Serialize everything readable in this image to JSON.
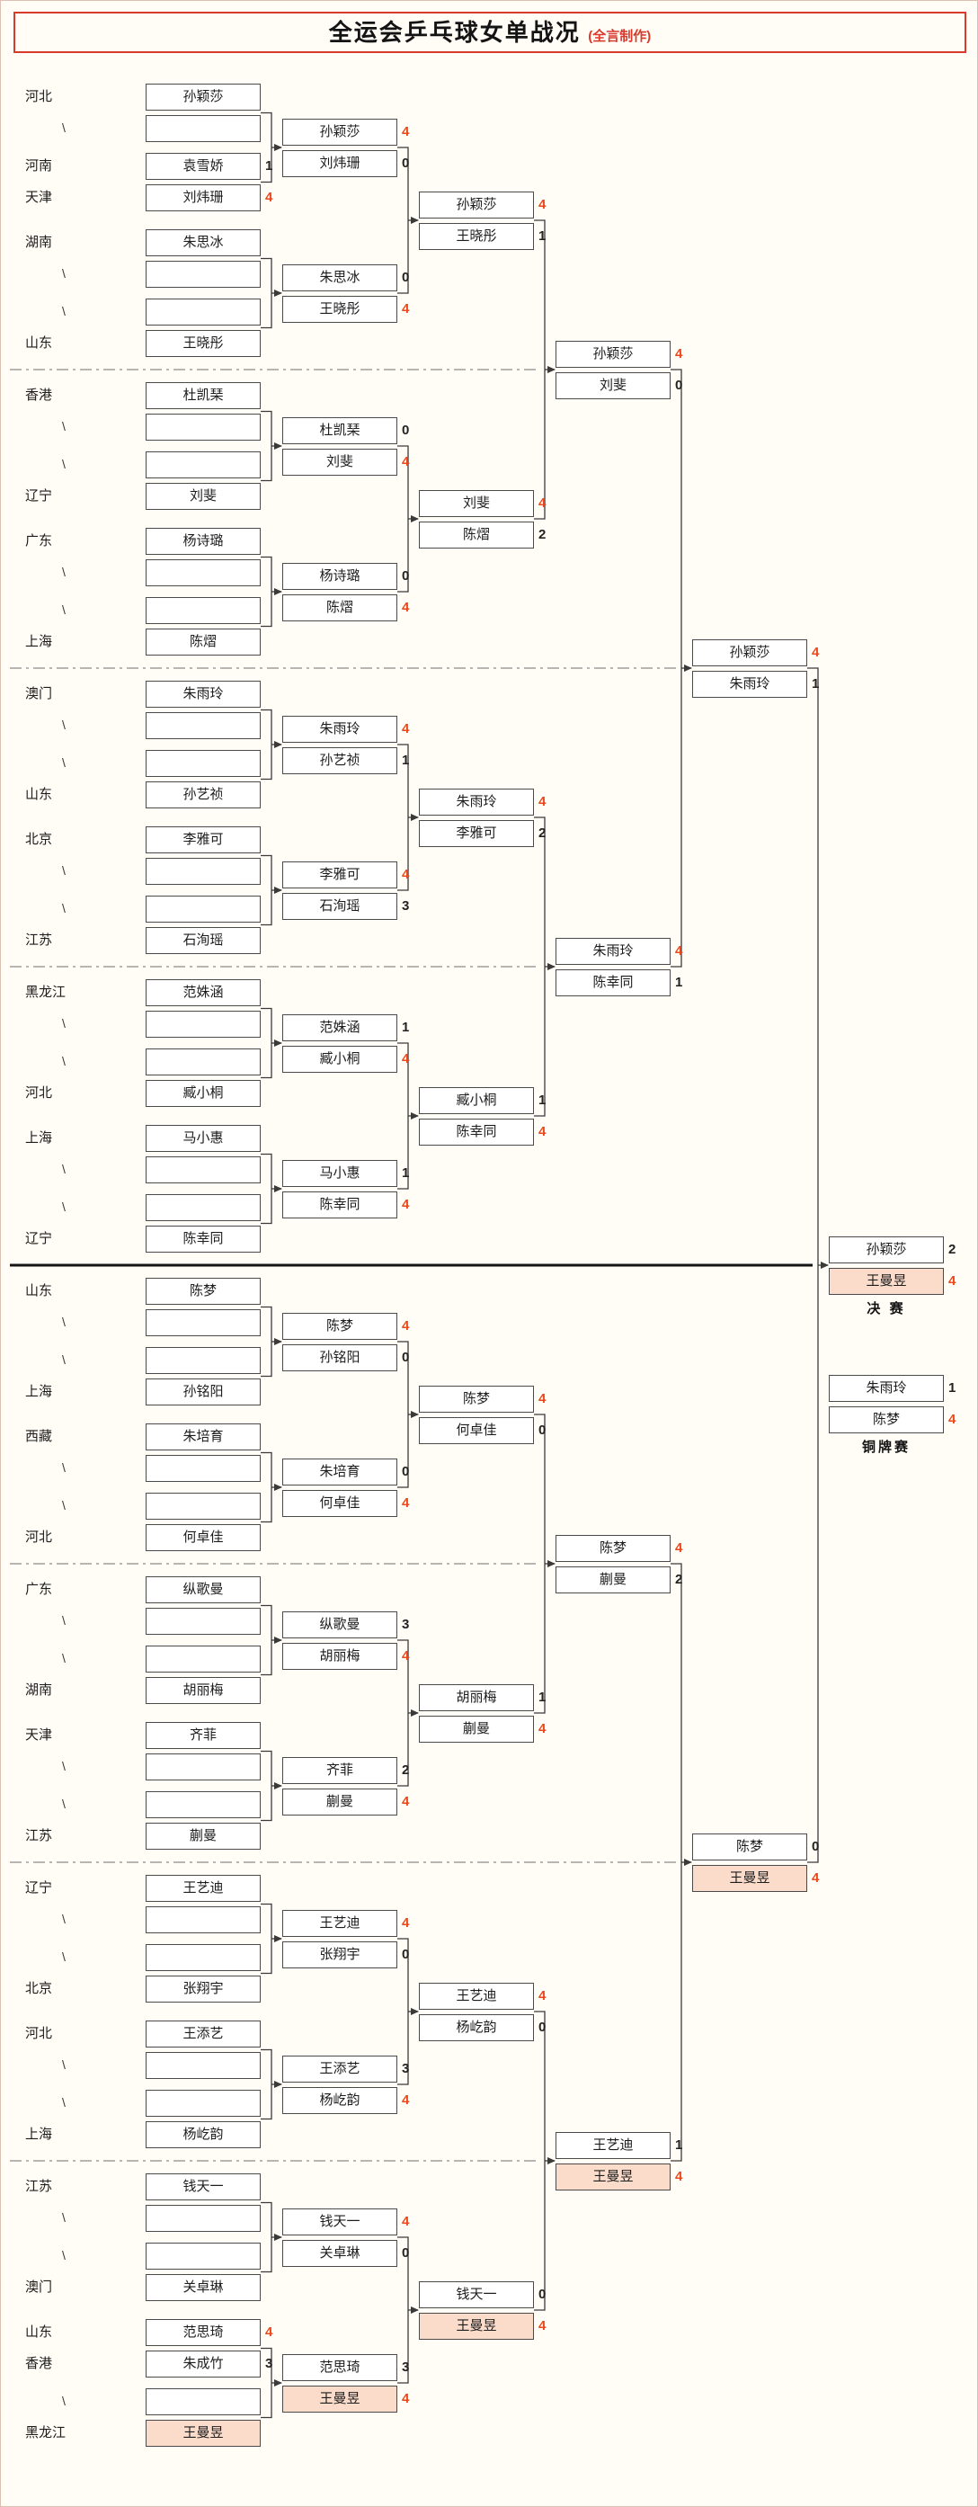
{
  "title": {
    "main": "全运会乒乓球女单战况",
    "credit": "(全言制作)"
  },
  "labels": {
    "final": "决 赛",
    "bronze": "铜牌赛"
  },
  "colors": {
    "winning_score": "#e8491d",
    "losing_score": "#222222",
    "champion_highlight": "#fbdccb",
    "title_accent": "#d93a2b",
    "box_border": "#4a4a4a",
    "connector_line": "#3a3a3a"
  },
  "sections": [
    {
      "rows": [
        {
          "province": "河北",
          "player": "孙颖莎"
        },
        {
          "province": "\\",
          "player": ""
        },
        {
          "province": "河南",
          "player": "袁雪娇",
          "score": "1"
        },
        {
          "province": "天津",
          "player": "刘炜珊",
          "score": "4"
        },
        {
          "province": "湖南",
          "player": "朱思冰"
        },
        {
          "province": "\\",
          "player": ""
        },
        {
          "province": "\\",
          "player": ""
        },
        {
          "province": "山东",
          "player": "王晓彤"
        }
      ],
      "round2": [
        {
          "a": {
            "name": "孙颖莎",
            "score": "4"
          },
          "b": {
            "name": "刘炜珊",
            "score": "0"
          }
        },
        {
          "a": {
            "name": "朱思冰",
            "score": "0"
          },
          "b": {
            "name": "王晓彤",
            "score": "4"
          }
        }
      ],
      "round3": {
        "a": {
          "name": "孙颖莎",
          "score": "4"
        },
        "b": {
          "name": "王晓彤",
          "score": "1"
        }
      }
    },
    {
      "rows": [
        {
          "province": "香港",
          "player": "杜凯琹"
        },
        {
          "province": "\\",
          "player": ""
        },
        {
          "province": "\\",
          "player": ""
        },
        {
          "province": "辽宁",
          "player": "刘斐"
        },
        {
          "province": "广东",
          "player": "杨诗璐"
        },
        {
          "province": "\\",
          "player": ""
        },
        {
          "province": "\\",
          "player": ""
        },
        {
          "province": "上海",
          "player": "陈熠"
        }
      ],
      "round2": [
        {
          "a": {
            "name": "杜凯琹",
            "score": "0"
          },
          "b": {
            "name": "刘斐",
            "score": "4"
          }
        },
        {
          "a": {
            "name": "杨诗璐",
            "score": "0"
          },
          "b": {
            "name": "陈熠",
            "score": "4"
          }
        }
      ],
      "round3": {
        "a": {
          "name": "刘斐",
          "score": "4"
        },
        "b": {
          "name": "陈熠",
          "score": "2"
        }
      }
    },
    {
      "rows": [
        {
          "province": "澳门",
          "player": "朱雨玲"
        },
        {
          "province": "\\",
          "player": ""
        },
        {
          "province": "\\",
          "player": ""
        },
        {
          "province": "山东",
          "player": "孙艺祯"
        },
        {
          "province": "北京",
          "player": "李雅可"
        },
        {
          "province": "\\",
          "player": ""
        },
        {
          "province": "\\",
          "player": ""
        },
        {
          "province": "江苏",
          "player": "石洵瑶"
        }
      ],
      "round2": [
        {
          "a": {
            "name": "朱雨玲",
            "score": "4"
          },
          "b": {
            "name": "孙艺祯",
            "score": "1"
          }
        },
        {
          "a": {
            "name": "李雅可",
            "score": "4"
          },
          "b": {
            "name": "石洵瑶",
            "score": "3"
          }
        }
      ],
      "round3": {
        "a": {
          "name": "朱雨玲",
          "score": "4"
        },
        "b": {
          "name": "李雅可",
          "score": "2"
        }
      }
    },
    {
      "rows": [
        {
          "province": "黑龙江",
          "player": "范姝涵"
        },
        {
          "province": "\\",
          "player": ""
        },
        {
          "province": "\\",
          "player": ""
        },
        {
          "province": "河北",
          "player": "臧小桐"
        },
        {
          "province": "上海",
          "player": "马小惠"
        },
        {
          "province": "\\",
          "player": ""
        },
        {
          "province": "\\",
          "player": ""
        },
        {
          "province": "辽宁",
          "player": "陈幸同"
        }
      ],
      "round2": [
        {
          "a": {
            "name": "范姝涵",
            "score": "1"
          },
          "b": {
            "name": "臧小桐",
            "score": "4"
          }
        },
        {
          "a": {
            "name": "马小惠",
            "score": "1"
          },
          "b": {
            "name": "陈幸同",
            "score": "4"
          }
        }
      ],
      "round3": {
        "a": {
          "name": "臧小桐",
          "score": "1"
        },
        "b": {
          "name": "陈幸同",
          "score": "4"
        }
      }
    },
    {
      "rows": [
        {
          "province": "山东",
          "player": "陈梦"
        },
        {
          "province": "\\",
          "player": ""
        },
        {
          "province": "\\",
          "player": ""
        },
        {
          "province": "上海",
          "player": "孙铭阳"
        },
        {
          "province": "西藏",
          "player": "朱培育"
        },
        {
          "province": "\\",
          "player": ""
        },
        {
          "province": "\\",
          "player": ""
        },
        {
          "province": "河北",
          "player": "何卓佳"
        }
      ],
      "round2": [
        {
          "a": {
            "name": "陈梦",
            "score": "4"
          },
          "b": {
            "name": "孙铭阳",
            "score": "0"
          }
        },
        {
          "a": {
            "name": "朱培育",
            "score": "0"
          },
          "b": {
            "name": "何卓佳",
            "score": "4"
          }
        }
      ],
      "round3": {
        "a": {
          "name": "陈梦",
          "score": "4"
        },
        "b": {
          "name": "何卓佳",
          "score": "0"
        }
      }
    },
    {
      "rows": [
        {
          "province": "广东",
          "player": "纵歌曼"
        },
        {
          "province": "\\",
          "player": ""
        },
        {
          "province": "\\",
          "player": ""
        },
        {
          "province": "湖南",
          "player": "胡丽梅"
        },
        {
          "province": "天津",
          "player": "齐菲"
        },
        {
          "province": "\\",
          "player": ""
        },
        {
          "province": "\\",
          "player": ""
        },
        {
          "province": "江苏",
          "player": "蒯曼"
        }
      ],
      "round2": [
        {
          "a": {
            "name": "纵歌曼",
            "score": "3"
          },
          "b": {
            "name": "胡丽梅",
            "score": "4"
          }
        },
        {
          "a": {
            "name": "齐菲",
            "score": "2"
          },
          "b": {
            "name": "蒯曼",
            "score": "4"
          }
        }
      ],
      "round3": {
        "a": {
          "name": "胡丽梅",
          "score": "1"
        },
        "b": {
          "name": "蒯曼",
          "score": "4"
        }
      }
    },
    {
      "rows": [
        {
          "province": "辽宁",
          "player": "王艺迪"
        },
        {
          "province": "\\",
          "player": ""
        },
        {
          "province": "\\",
          "player": ""
        },
        {
          "province": "北京",
          "player": "张翔宇"
        },
        {
          "province": "河北",
          "player": "王添艺"
        },
        {
          "province": "\\",
          "player": ""
        },
        {
          "province": "\\",
          "player": ""
        },
        {
          "province": "上海",
          "player": "杨屹韵"
        }
      ],
      "round2": [
        {
          "a": {
            "name": "王艺迪",
            "score": "4"
          },
          "b": {
            "name": "张翔宇",
            "score": "0"
          }
        },
        {
          "a": {
            "name": "王添艺",
            "score": "3"
          },
          "b": {
            "name": "杨屹韵",
            "score": "4"
          }
        }
      ],
      "round3": {
        "a": {
          "name": "王艺迪",
          "score": "4"
        },
        "b": {
          "name": "杨屹韵",
          "score": "0"
        }
      }
    },
    {
      "rows": [
        {
          "province": "江苏",
          "player": "钱天一"
        },
        {
          "province": "\\",
          "player": ""
        },
        {
          "province": "\\",
          "player": ""
        },
        {
          "province": "澳门",
          "player": "关卓琳"
        },
        {
          "province": "山东",
          "player": "范思琦",
          "score": "4"
        },
        {
          "province": "香港",
          "player": "朱成竹",
          "score": "3"
        },
        {
          "province": "\\",
          "player": ""
        },
        {
          "province": "黑龙江",
          "player": "王曼昱",
          "hl": true
        }
      ],
      "round2": [
        {
          "a": {
            "name": "钱天一",
            "score": "4"
          },
          "b": {
            "name": "关卓琳",
            "score": "0"
          }
        },
        {
          "a": {
            "name": "范思琦",
            "score": "3"
          },
          "b": {
            "name": "王曼昱",
            "score": "4",
            "hl": true
          }
        }
      ],
      "round3": {
        "a": {
          "name": "钱天一",
          "score": "0"
        },
        "b": {
          "name": "王曼昱",
          "score": "4",
          "hl": true
        }
      }
    }
  ],
  "quarterfinals": [
    {
      "a": {
        "name": "孙颖莎",
        "score": "4"
      },
      "b": {
        "name": "刘斐",
        "score": "0"
      }
    },
    {
      "a": {
        "name": "朱雨玲",
        "score": "4"
      },
      "b": {
        "name": "陈幸同",
        "score": "1"
      }
    },
    {
      "a": {
        "name": "陈梦",
        "score": "4"
      },
      "b": {
        "name": "蒯曼",
        "score": "2"
      }
    },
    {
      "a": {
        "name": "王艺迪",
        "score": "1"
      },
      "b": {
        "name": "王曼昱",
        "score": "4",
        "hl": true
      }
    }
  ],
  "semifinals": [
    {
      "a": {
        "name": "孙颖莎",
        "score": "4"
      },
      "b": {
        "name": "朱雨玲",
        "score": "1"
      }
    },
    {
      "a": {
        "name": "陈梦",
        "score": "0"
      },
      "b": {
        "name": "王曼昱",
        "score": "4",
        "hl": true
      }
    }
  ],
  "final": {
    "a": {
      "name": "孙颖莎",
      "score": "2"
    },
    "b": {
      "name": "王曼昱",
      "score": "4",
      "hl": true
    }
  },
  "bronze": {
    "a": {
      "name": "朱雨玲",
      "score": "1"
    },
    "b": {
      "name": "陈梦",
      "score": "4"
    }
  }
}
